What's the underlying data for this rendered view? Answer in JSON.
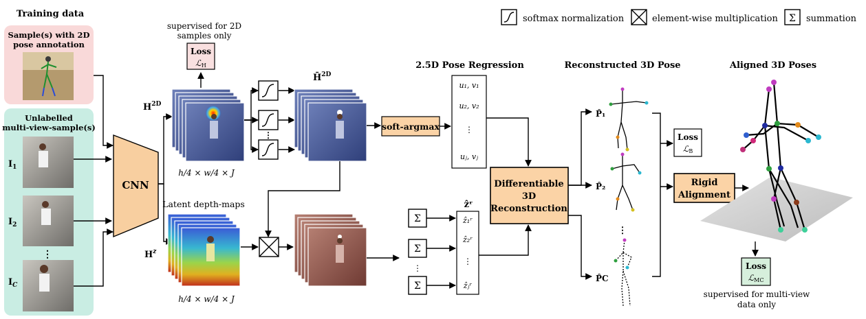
{
  "legend": {
    "softmax": "softmax normalization",
    "multiply": "element-wise multiplication",
    "sum": "summation"
  },
  "training": {
    "title": "Training data",
    "labelled_box_l1": "Sample(s) with 2D",
    "labelled_box_l2": "pose annotation",
    "unlabelled_box_l1": "Unlabelled",
    "unlabelled_box_l2": "multi-view-sample(s)",
    "views": [
      "I",
      "I",
      "I"
    ],
    "view_subs": [
      "1",
      "2",
      "C"
    ],
    "ellipsis": "⋮"
  },
  "cnn": {
    "label": "CNN"
  },
  "heatmaps": {
    "name": "H",
    "sup": "2D",
    "dims": "h/4 × w/4 × J",
    "note_l1": "supervised for 2D",
    "note_l2": "samples only"
  },
  "loss_h": {
    "title": "Loss",
    "sym": "ℒ",
    "sub": "H"
  },
  "normalized": {
    "name": "H̄",
    "sup": "2D"
  },
  "depth": {
    "name": "H",
    "sup": "z",
    "title": "Latent depth-maps",
    "dims": "h/4 × w/4 × J"
  },
  "soft_argmax": {
    "label": "soft-argmax"
  },
  "regression": {
    "title": "2.5D Pose Regression",
    "uv": [
      "u₁, v₁",
      "u₂, v₂",
      "⋮",
      "uⱼ, vⱼ"
    ],
    "z_title": "ẑʳ",
    "z": [
      "ẑ₁ʳ",
      "ẑ₂ʳ",
      "⋮",
      "ẑⱼʳ"
    ]
  },
  "recon": {
    "l1": "Differentiable",
    "l2": "3D",
    "l3": "Reconstruction"
  },
  "recon_pose": {
    "title": "Reconstructed 3D Pose",
    "p1": "P̂₁",
    "p2": "P̂₂",
    "pc": "P̂C"
  },
  "loss_b": {
    "title": "Loss",
    "sym": "ℒ",
    "sub": "B"
  },
  "rigid": {
    "l1": "Rigid",
    "l2": "Alignment"
  },
  "aligned": {
    "title": "Aligned 3D Poses"
  },
  "loss_mc": {
    "title": "Loss",
    "sym": "ℒ",
    "sub": "MC",
    "note_l1": "supervised for multi-view",
    "note_l2": "data only"
  },
  "colors": {
    "labelled_bg": "#f9d9d9",
    "unlabelled_bg": "#c9ede3",
    "cnn": "#f8cfa0",
    "box_fill": "#fbd3a6",
    "loss_h_bg": "#f9e0e0",
    "loss_mc_bg": "#d6efdc"
  }
}
